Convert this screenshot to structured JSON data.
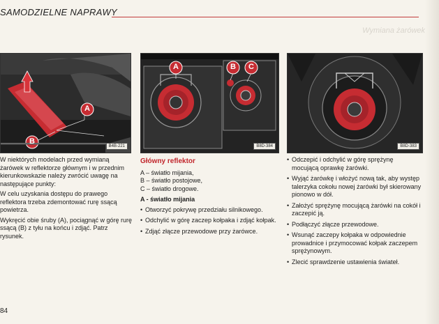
{
  "header": {
    "title": "SAMODZIELNE NAPRAWY",
    "ghost_text": "Wymiana żarówek"
  },
  "figures": [
    {
      "code": "B4B-221",
      "callouts": [
        "A",
        "B"
      ]
    },
    {
      "code": "B8D-384",
      "callouts": [
        "A",
        "B",
        "C"
      ]
    },
    {
      "code": "B8D-383",
      "callouts": []
    }
  ],
  "colors": {
    "accent": "#c1262c",
    "callout": "#c62c32"
  },
  "column1": {
    "paragraphs": [
      "W niektórych modelach przed wymianą żarówek w reflektorze głównym i w przednim kierunkowskazie należy zwrócić uwagę na następujące punkty:",
      "W celu uzyskania dostępu do prawego reflektora trzeba zdemontować rurę ssącą powietrza.",
      "Wykręcić obie śruby (A), pociągnąć w górę rurę ssącą (B) z tyłu na końcu i zdjąć. Patrz rysunek."
    ]
  },
  "column2": {
    "title": "Główny reflektor",
    "legend": [
      "A – światło mijania,",
      "B – światło postojowe,",
      "C – światło drogowe."
    ],
    "subheading": "A - światło mijania",
    "bullets": [
      "Otworzyć pokrywę przedziału silnikowego.",
      "Odchylić w górę zaczep kołpaka i zdjąć kołpak.",
      "Zdjąć złącze przewodowe przy żarówce."
    ]
  },
  "column3": {
    "bullets": [
      "Odczepić i odchylić w górę sprężynę mocującą oprawkę żarówki.",
      "Wyjąć żarówkę i włożyć nową tak, aby występ talerzyka cokołu nowej żarówki był skierowany pionowo w dół.",
      "Założyć sprężynę mocującą żarówki na cokół i zaczepić ją.",
      "Podłączyć złącze przewodowe.",
      "Wsunąć zaczepy kołpaka w odpowiednie prowadnice i przymocować kołpak zaczepem sprężynowym.",
      "Zlecić sprawdzenie ustawienia świateł."
    ]
  },
  "page_number": "84"
}
